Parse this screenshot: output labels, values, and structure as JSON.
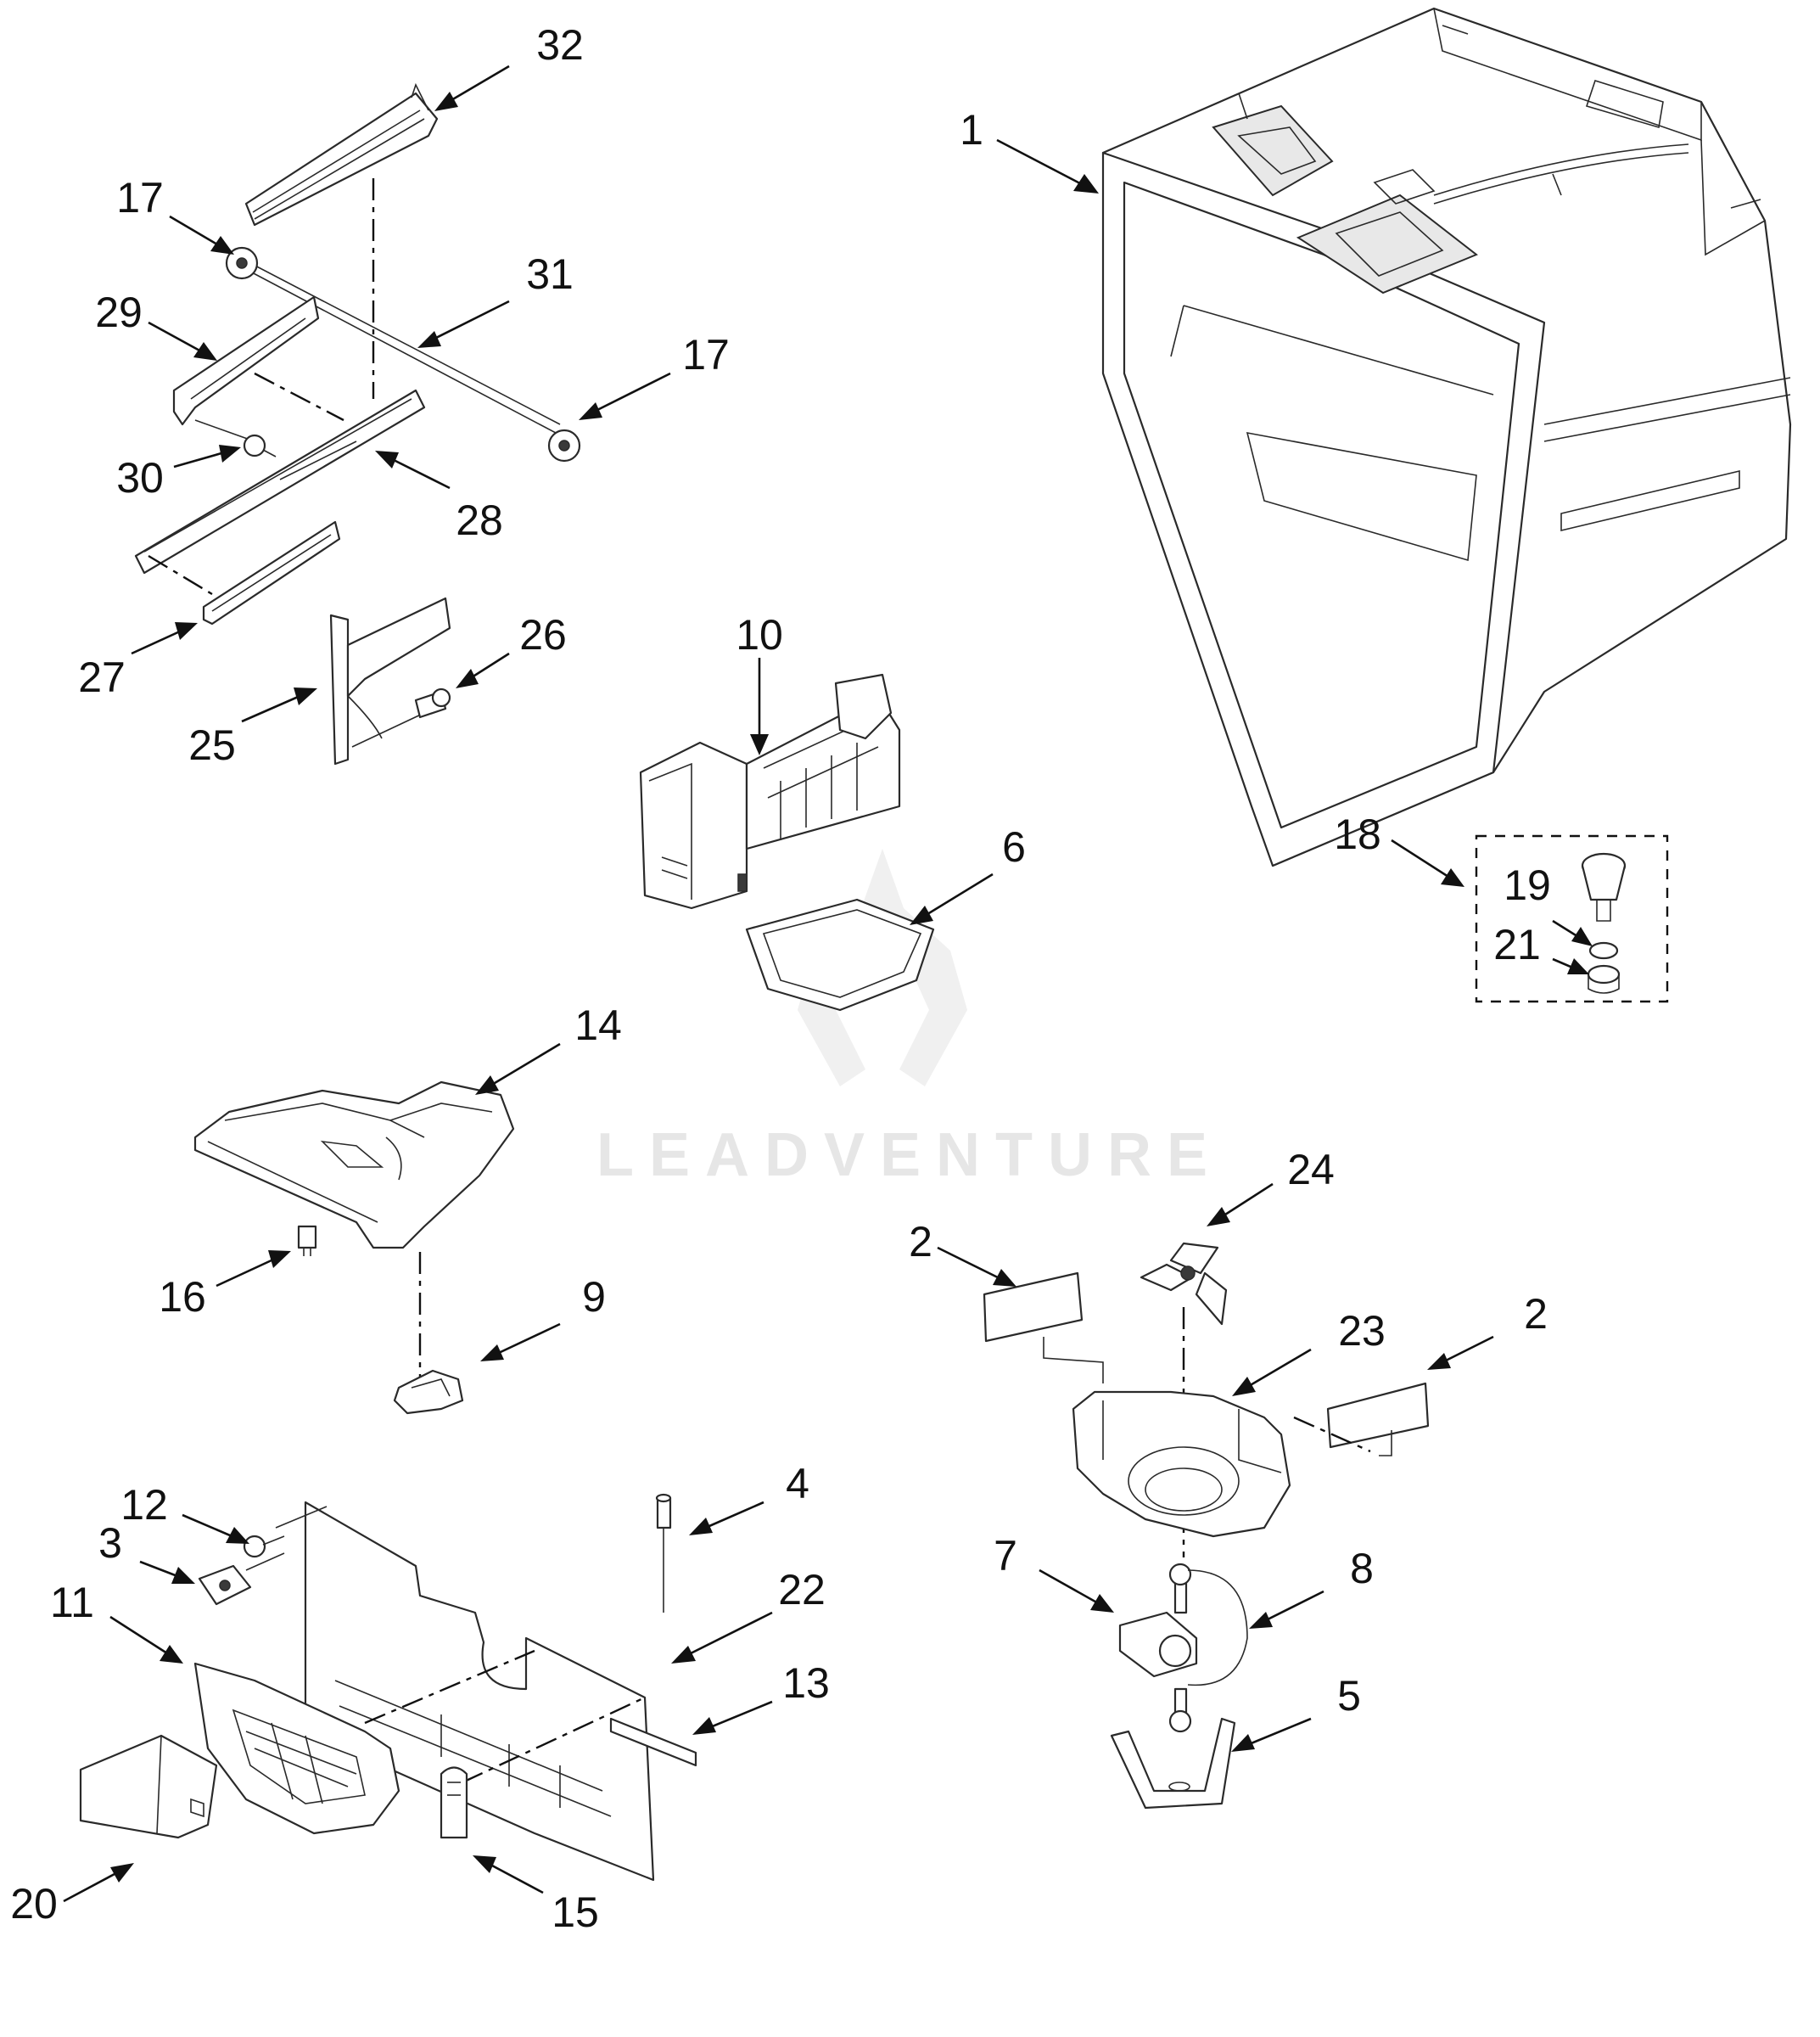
{
  "diagram": {
    "watermark_text": "LEADVENTURE",
    "callouts": [
      {
        "id": "callout-1",
        "label": "1"
      },
      {
        "id": "callout-32",
        "label": "32"
      },
      {
        "id": "callout-17a",
        "label": "17"
      },
      {
        "id": "callout-31",
        "label": "31"
      },
      {
        "id": "callout-17b",
        "label": "17"
      },
      {
        "id": "callout-29",
        "label": "29"
      },
      {
        "id": "callout-30",
        "label": "30"
      },
      {
        "id": "callout-28",
        "label": "28"
      },
      {
        "id": "callout-27",
        "label": "27"
      },
      {
        "id": "callout-26",
        "label": "26"
      },
      {
        "id": "callout-25",
        "label": "25"
      },
      {
        "id": "callout-10",
        "label": "10"
      },
      {
        "id": "callout-6",
        "label": "6"
      },
      {
        "id": "callout-18",
        "label": "18"
      },
      {
        "id": "callout-19",
        "label": "19"
      },
      {
        "id": "callout-21",
        "label": "21"
      },
      {
        "id": "callout-14",
        "label": "14"
      },
      {
        "id": "callout-16",
        "label": "16"
      },
      {
        "id": "callout-9",
        "label": "9"
      },
      {
        "id": "callout-24",
        "label": "24"
      },
      {
        "id": "callout-2a",
        "label": "2"
      },
      {
        "id": "callout-2b",
        "label": "2"
      },
      {
        "id": "callout-23",
        "label": "23"
      },
      {
        "id": "callout-12",
        "label": "12"
      },
      {
        "id": "callout-3",
        "label": "3"
      },
      {
        "id": "callout-4",
        "label": "4"
      },
      {
        "id": "callout-22",
        "label": "22"
      },
      {
        "id": "callout-11",
        "label": "11"
      },
      {
        "id": "callout-20",
        "label": "20"
      },
      {
        "id": "callout-7",
        "label": "7"
      },
      {
        "id": "callout-8",
        "label": "8"
      },
      {
        "id": "callout-5",
        "label": "5"
      },
      {
        "id": "callout-13",
        "label": "13"
      },
      {
        "id": "callout-15",
        "label": "15"
      }
    ]
  }
}
